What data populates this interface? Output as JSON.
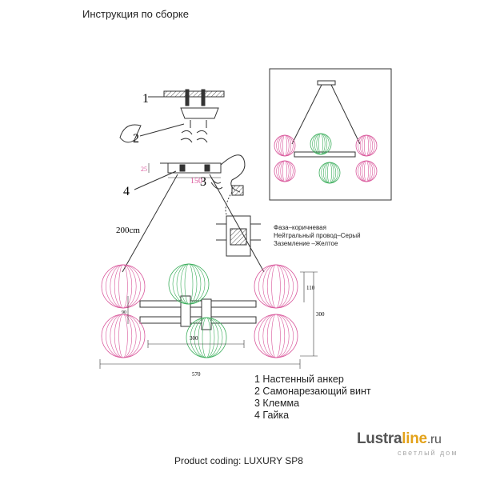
{
  "title": "Инструкция по сборке",
  "callouts": {
    "n1": "1",
    "n2": "2",
    "n3": "3",
    "n4": "4"
  },
  "dimensions": {
    "cable_length": "200cm",
    "mount_height": "25",
    "mount_width": "150",
    "total_width": "570",
    "bar_width": "300",
    "shade_height": "110",
    "overall_height": "300",
    "inner_height": "90"
  },
  "wiring": {
    "phase": "Фаза–коричневая",
    "neutral": "Нейтральный провод–Серый",
    "ground": "Заземление –Желтое"
  },
  "legend": [
    {
      "label": "1 Настенный анкер"
    },
    {
      "label": "2 Самонарезающий винт"
    },
    {
      "label": "3 Клемма"
    },
    {
      "label": "4 Гайка"
    }
  ],
  "product": "Product coding: LUXURY SP8",
  "brand": {
    "name_main": "Lustra",
    "name_accent": "line",
    "suffix": ".ru",
    "subtitle": "светлый дом"
  },
  "colors": {
    "pink": "#d9569b",
    "green": "#3cae5c",
    "line": "#333333",
    "accent": "#e3a21a"
  }
}
